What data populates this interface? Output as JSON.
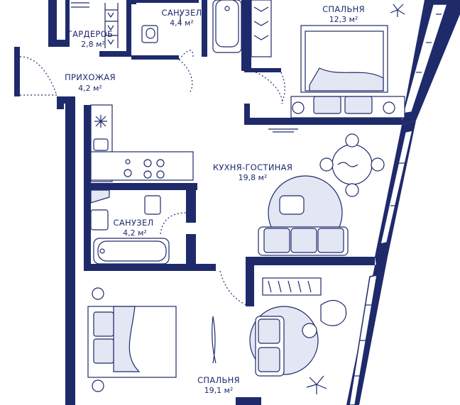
{
  "rooms": [
    {
      "name": "ГАРДЕРОБ",
      "area": "2,8 м²"
    },
    {
      "name": "САНУЗЕЛ",
      "area": "4,4 м²"
    },
    {
      "name": "СПАЛЬНЯ",
      "area": "12,3 м²"
    },
    {
      "name": "ПРИХОЖАЯ",
      "area": "4,2 м²"
    },
    {
      "name": "КУХНЯ-ГОСТИНАЯ",
      "area": "19,8 м²"
    },
    {
      "name": "САНУЗЕЛ",
      "area": "4,2 м²"
    },
    {
      "name": "СПАЛЬНЯ",
      "area": "19,1 м²"
    }
  ],
  "colors": {
    "wall": "#1f2a6b",
    "background": "#ffffff",
    "furniture_fill": "#e3e6f3"
  }
}
